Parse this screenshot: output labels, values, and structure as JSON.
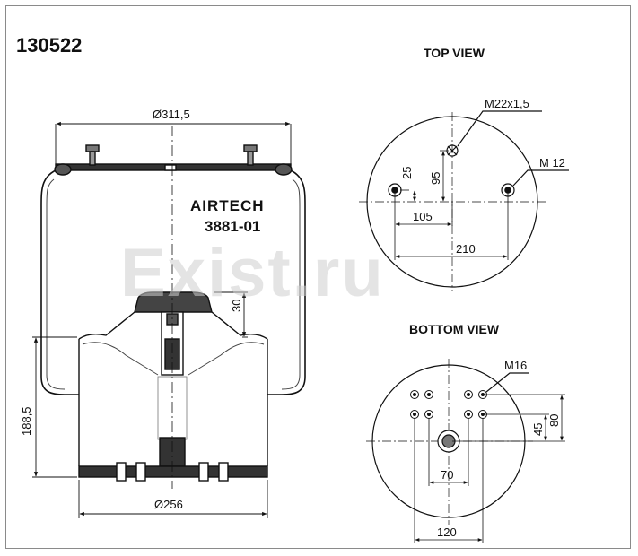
{
  "part_number": "130522",
  "views": {
    "top": "TOP VIEW",
    "bottom": "BOTTOM VIEW"
  },
  "brand": "AIRTECH",
  "model": "3881-01",
  "watermark": "Exist.ru",
  "dimensions": {
    "top_diameter": "Ø311,5",
    "piston_diameter": "Ø256",
    "height": "188,5",
    "piston_offset": "30",
    "top_thread_center": "M22x1,5",
    "top_thread_side": "M 12",
    "top_dim_25": "25",
    "top_dim_95": "95",
    "top_dim_105": "105",
    "top_dim_210": "210",
    "bottom_thread": "M16",
    "bottom_dim_45": "45",
    "bottom_dim_80": "80",
    "bottom_dim_70": "70",
    "bottom_dim_120": "120"
  }
}
